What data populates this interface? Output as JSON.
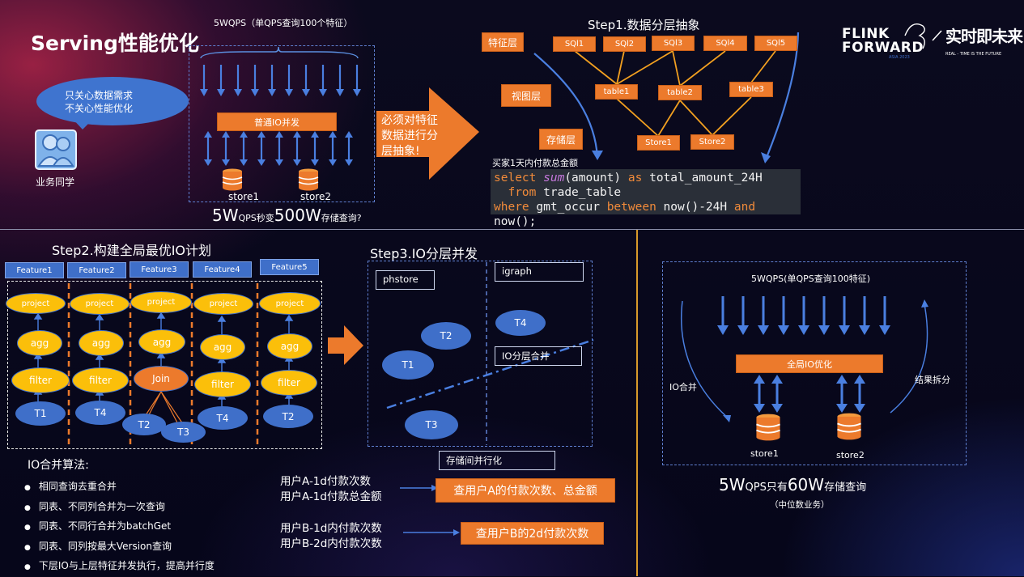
{
  "title": "Serving性能优化",
  "bubble": {
    "line1": "只关心数据需求",
    "line2": "不关心性能优化"
  },
  "persona_label": "业务同学",
  "top_left_panel": {
    "qps_label": "5WQPS（单QPS查询100个特征）",
    "io_box": "普通IO并发",
    "store1": "store1",
    "store2": "store2",
    "caption_big1": "5W",
    "caption_small1": "QPS秒变",
    "caption_big2": "500W",
    "caption_small2": "存储查询?"
  },
  "big_arrow_text": [
    "必须对特征",
    "数据进行分",
    "层抽象!"
  ],
  "step1": {
    "title": "Step1.数据分层抽象",
    "layer_feature": "特征层",
    "layer_view": "视图层",
    "layer_storage": "存储层",
    "sqls": [
      "SQl1",
      "SQl2",
      "SQl3",
      "SQl4",
      "SQl5"
    ],
    "tables": [
      "table1",
      "table2",
      "table3"
    ],
    "stores": [
      "Store1",
      "Store2"
    ],
    "code_caption": "买家1天内付款总金额",
    "code": {
      "l1_select": "select",
      "l1_sum": "sum",
      "l1_rest": "(amount)",
      "l1_as": "as",
      "l1_alias": "total_amount_24H",
      "l2_from": "from",
      "l2_table": "trade_table",
      "l3_where": "where",
      "l3_col": "gmt_occur",
      "l3_between": "between",
      "l3_expr": "now()-24H",
      "l3_and": "and",
      "l3_end": "now();"
    }
  },
  "logo": {
    "line1": "FLINK",
    "line2": "FORWARD",
    "badge": "ASIA 2023",
    "cn": "实时即未来",
    "en": "REAL - TIME IS THE FUTURE"
  },
  "step2": {
    "title": "Step2.构建全局最优IO计划",
    "features": [
      "Feature1",
      "Feature2",
      "Feature3",
      "Feature4",
      "Feature5"
    ],
    "project": "project",
    "agg": "agg",
    "filter": "filter",
    "join": "Join",
    "tables": [
      "T1",
      "T4",
      "T2",
      "T3",
      "T4",
      "T2"
    ]
  },
  "algo": {
    "title": "IO合并算法:",
    "items": [
      "相同查询去重合并",
      "同表、不同列合并为一次查询",
      "同表、不同行合并为batchGet",
      "同表、同列按最大Version查询",
      "下层IO与上层特征并发执行，提高并行度"
    ]
  },
  "step3": {
    "title": "Step3.IO分层并发",
    "phstore": "phstore",
    "igraph": "igraph",
    "io_merge": "IO分层合并",
    "store_parallel": "存储间并行化",
    "nodes": [
      "T2",
      "T1",
      "T3",
      "T4"
    ]
  },
  "examples": [
    {
      "lines": [
        "用户A-1d付款次数",
        "用户A-1d付款总金额"
      ],
      "result": "查用户A的付款次数、总金额"
    },
    {
      "lines": [
        "用户B-1d内付款次数",
        "用户B-2d内付款次数"
      ],
      "result": "查用户B的2d付款次数"
    }
  ],
  "right_panel": {
    "qps_label": "5WQPS(单QPS查询100特征)",
    "io_box": "全局IO优化",
    "io_merge": "IO合并",
    "result_split": "结果拆分",
    "store1": "store1",
    "store2": "store2",
    "caption_big1": "5W",
    "caption_small1": "QPS只有",
    "caption_big2": "60W",
    "caption_small2": "存储查询",
    "sub": "（中位数业务）"
  },
  "colors": {
    "orange": "#ec7a2c",
    "blue": "#3f6fc9",
    "yellow": "#fbbf0a",
    "code_bg": "#2a2f38",
    "divider": "#e0a030"
  }
}
